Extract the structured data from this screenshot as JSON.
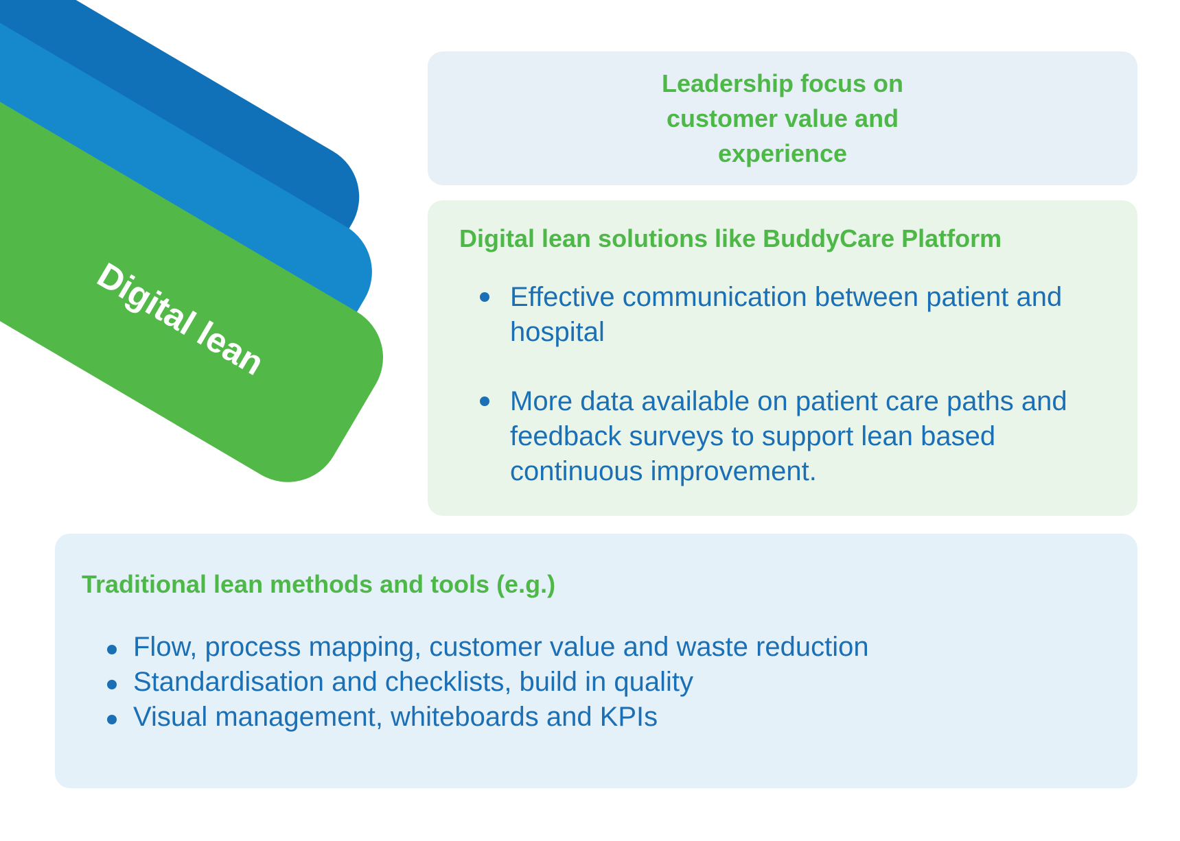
{
  "graphic": {
    "label": "Digital lean",
    "colors": {
      "dark_blue": "#1071b8",
      "light_blue": "#1688cc",
      "green": "#52b848"
    }
  },
  "top_box": {
    "title": "Leadership focus on customer value and experience"
  },
  "middle_box": {
    "heading": "Digital lean solutions like BuddyCare Platform",
    "bullets": [
      "Effective communication between patient and hospital",
      "More data available on patient care paths and feedback surveys to support lean based continuous improvement."
    ]
  },
  "bottom_box": {
    "heading": "Traditional lean methods and tools (e.g.)",
    "bullets": [
      "Flow, process mapping, customer value and waste reduction",
      "Standardisation and checklists, build in quality",
      "Visual management, whiteboards and KPIs"
    ]
  }
}
